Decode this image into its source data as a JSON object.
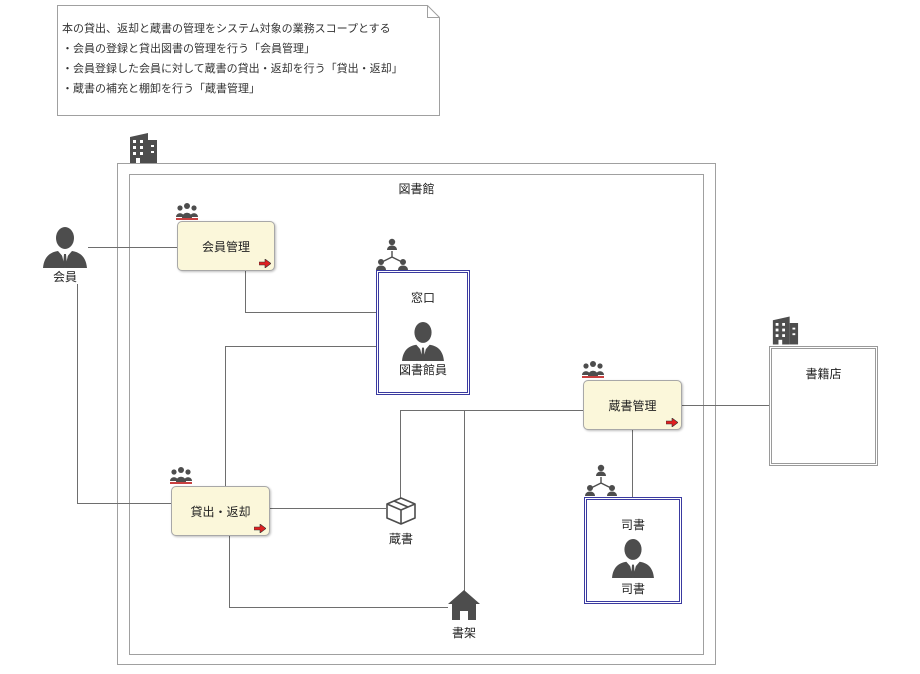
{
  "note": {
    "lines": [
      "本の貸出、返却と蔵書の管理をシステム対象の業務スコープとする",
      "・会員の登録と貸出図書の管理を行う「会員管理」",
      "・会員登録した会員に対して蔵書の貸出・返却を行う「貸出・返却」",
      "・蔵書の補充と棚卸を行う「蔵書管理」"
    ]
  },
  "boundary": {
    "title": "図書館"
  },
  "actor": {
    "label": "会員"
  },
  "processes": {
    "member": "会員管理",
    "lending": "貸出・返却",
    "collection": "蔵書管理"
  },
  "workers": {
    "counter": {
      "title": "窓口",
      "person": "図書館員"
    },
    "librarian": {
      "title": "司書",
      "person": "司書"
    }
  },
  "items": {
    "books": "蔵書",
    "shelf": "書架"
  },
  "external": {
    "bookstore": "書籍店"
  },
  "colors": {
    "process_fill": "#fbf7da",
    "worker_border": "#3a3aa0",
    "icon": "#4d4d4d",
    "arrow_red": "#e02020"
  },
  "icons": [
    "building-icon",
    "person-icon",
    "group-icon",
    "org-icon",
    "box-icon",
    "house-icon",
    "arrow-right-icon"
  ]
}
